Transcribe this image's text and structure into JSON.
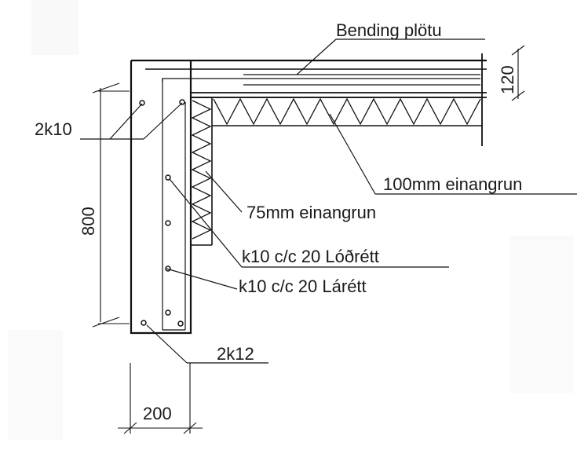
{
  "labels": {
    "slab": "Bending plötu",
    "slab_thickness": "120",
    "top_bars": "2k10",
    "insulation_100": "100mm einangrun",
    "insulation_75": "75mm einangrun",
    "vertical_bars": "k10 c/c 20 Lóðrétt",
    "horizontal_bars": "k10 c/c 20 Lárétt",
    "wall_height": "800",
    "bottom_bars": "2k12",
    "wall_width": "200"
  }
}
